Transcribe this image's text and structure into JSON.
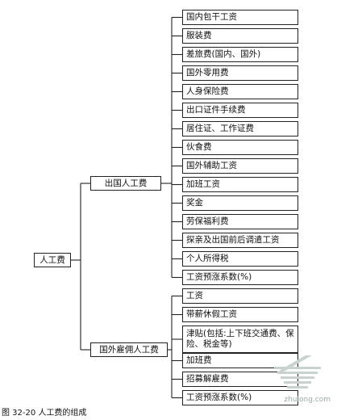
{
  "root": "人工费",
  "branches": [
    {
      "label": "出国人工费",
      "items": [
        "国内包干工资",
        "服装费",
        "差旅费(国内、国外)",
        "国外零用费",
        "人身保险费",
        "出口证件手续费",
        "居住证、工作证费",
        "伙食费",
        "国外辅助工资",
        "加班工资",
        "奖金",
        "劳保福利费",
        "探亲及出国前后调遣工资",
        "个人所得税",
        "工资预涨系数(%)"
      ]
    },
    {
      "label": "国外雇佣人工费",
      "items": [
        "工资",
        "带薪休假工资",
        "津贴(包括:上下班交通费、保险、税金等)",
        "加班费",
        "招募解雇费",
        "工资预涨系数(%)"
      ]
    }
  ],
  "caption": "图 32-20  人工费的组成",
  "watermark": "zhulong.com"
}
